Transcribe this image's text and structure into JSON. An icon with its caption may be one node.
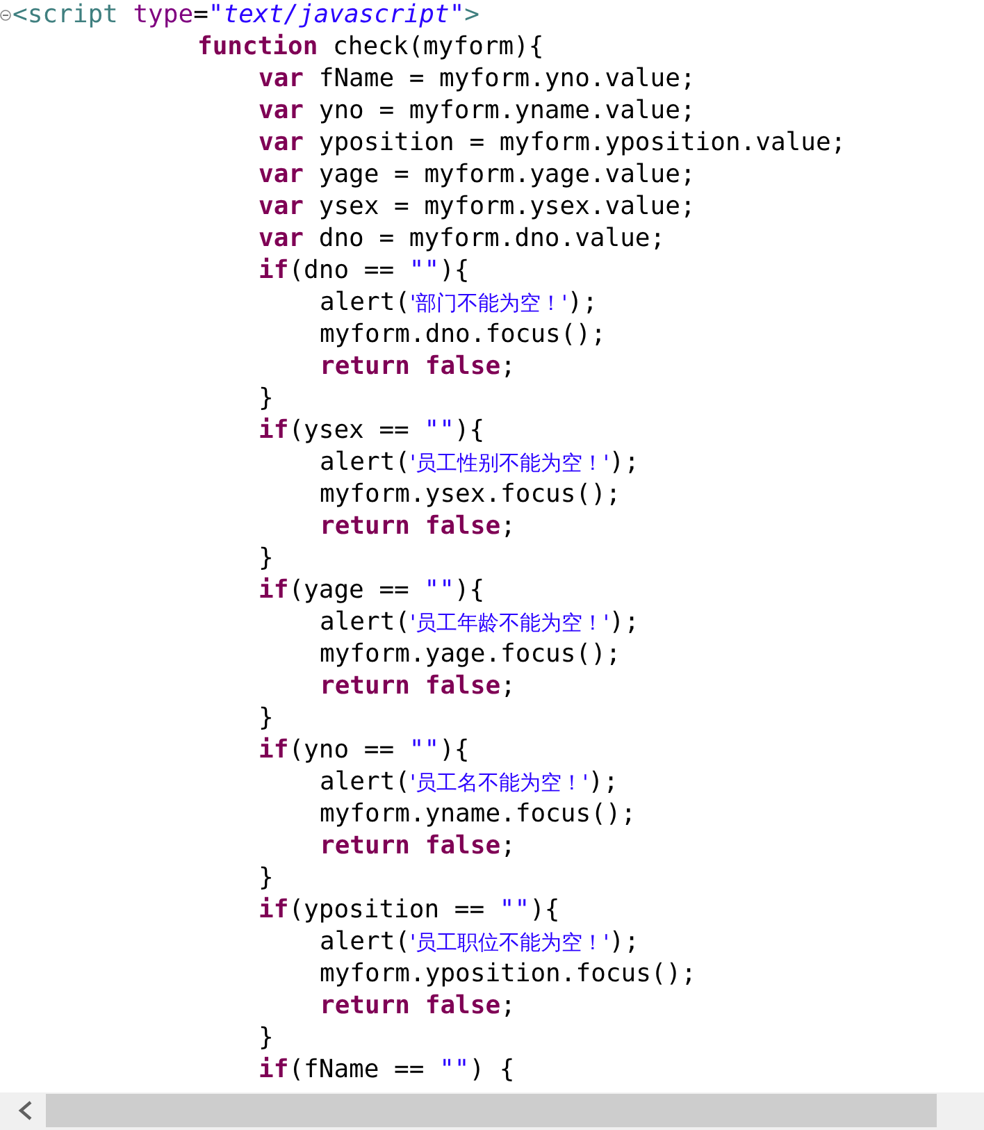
{
  "diagram": {
    "labels": [
      "<script type=\"text/javascript\">",
      "function check(myform){",
      "var fName = myform.yno.value;",
      "var yno = myform.yname.value;",
      "var yposition = myform.yposition.value;",
      "var yage = myform.yage.value;",
      "var ysex = myform.ysex.value;",
      "var dno = myform.dno.value;",
      "if(dno == \"\"){",
      "alert('部门不能为空！');",
      "myform.dno.focus();",
      "return false;",
      "}",
      "if(ysex == \"\"){",
      "alert('员工性别不能为空！');",
      "myform.ysex.focus();",
      "return false;",
      "}",
      "if(yage == \"\"){",
      "alert('员工年龄不能为空！');",
      "myform.yage.focus();",
      "return false;",
      "}",
      "if(yno == \"\"){",
      "alert('员工名不能为空！');",
      "myform.yname.focus();",
      "return false;",
      "}",
      "if(yposition == \"\"){",
      "alert('员工职位不能为空！');",
      "myform.yposition.focus();",
      "return false;",
      "}",
      "if(fName == \"\") {"
    ]
  }
}
